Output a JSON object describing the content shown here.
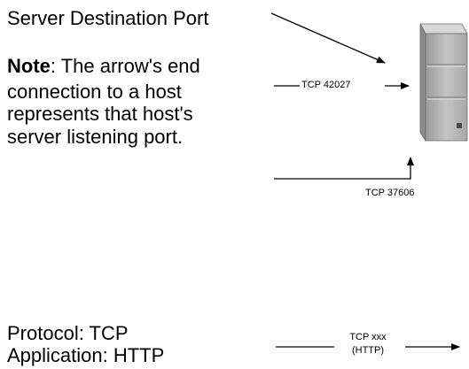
{
  "heading": "Server Destination Port",
  "note": {
    "bold": "Note",
    "rest": ": The arrow's end",
    "lines": [
      "connection to a host",
      "represents that host's",
      "server listening port."
    ]
  },
  "arrows": {
    "tcp_42027": "TCP 42027",
    "tcp_37606": "TCP 37606",
    "tcp_xxx_line1": "TCP xxx",
    "tcp_xxx_line2": "(HTTP)"
  },
  "legend": {
    "protocol": "Protocol: TCP",
    "application": "Application: HTTP"
  },
  "colors": {
    "server_body": "#b9b9b9",
    "server_shadow": "#7d7d7d",
    "server_light": "#e3e3e3"
  },
  "icons": [
    "server-tower-icon"
  ]
}
